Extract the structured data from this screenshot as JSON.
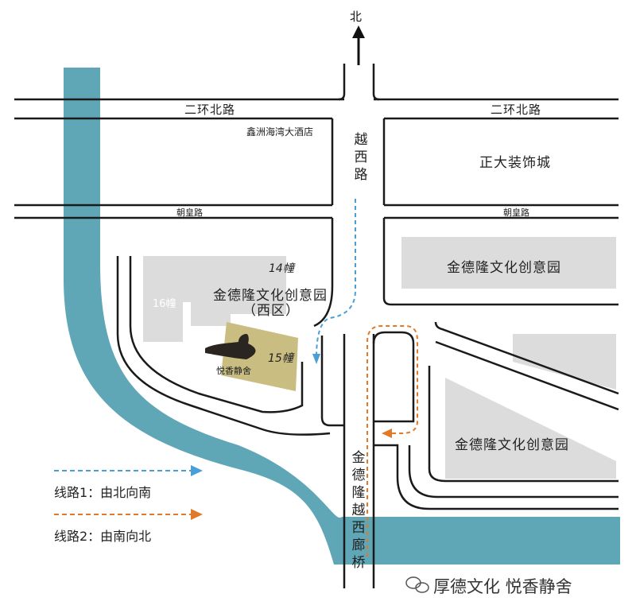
{
  "north_label": "北",
  "roads": {
    "erhuan_left": "二环北路",
    "erhuan_right": "二环北路",
    "chaohuang_left": "朝皇路",
    "chaohuang_right": "朝皇路",
    "yuexi": "越西路",
    "bridge": "金德隆越西廊桥"
  },
  "places": {
    "hotel": "鑫洲海湾大酒店",
    "zhengda": "正大装饰城",
    "jindelong_ne": "金德隆文化创意园",
    "west_zone_line1": "金德隆文化创意园",
    "west_zone_line2": "（西区）",
    "bldg_14": "14幢",
    "bldg_16": "16幢",
    "bldg_15": "15幢",
    "yuexiang": "悦香静舍",
    "jindelong_se": "金德隆文化创意园"
  },
  "legend": {
    "route1": "线路1：由北向南",
    "route2": "线路2：由南向北"
  },
  "colors": {
    "river": "#5fa7b6",
    "building": "#dcdcdc",
    "highlight": "#c9bd82",
    "route1": "#4a9fd6",
    "route2": "#e07a2a"
  },
  "watermark": "厚德文化 悦香静舍"
}
